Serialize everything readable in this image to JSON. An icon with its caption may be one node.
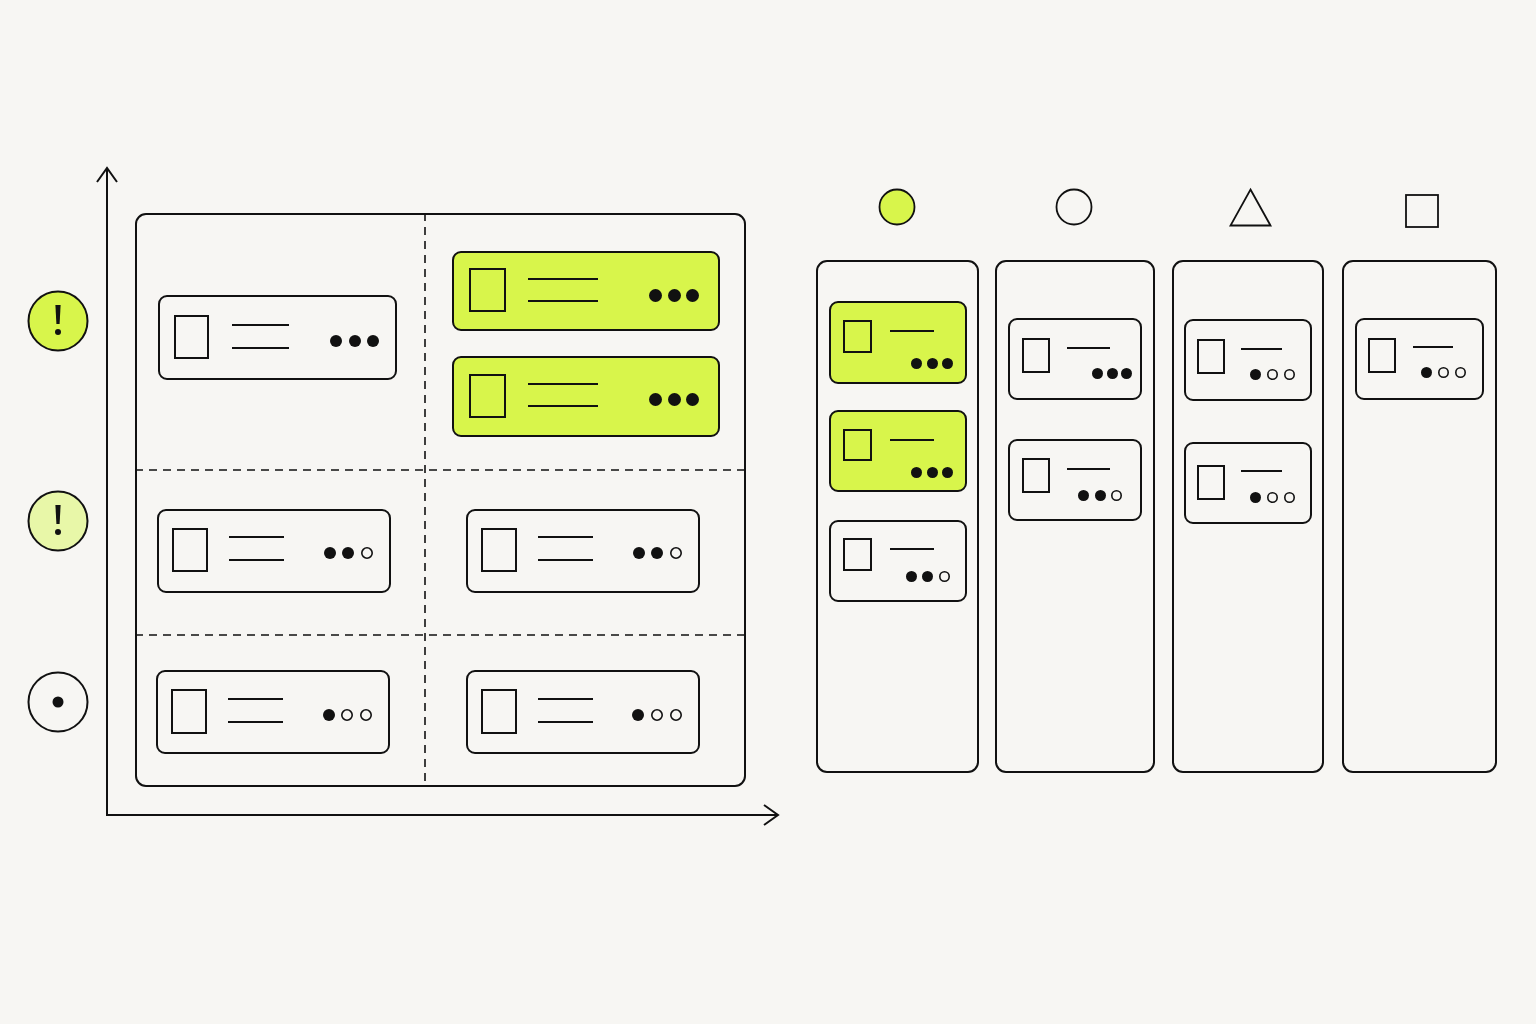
{
  "diagram": {
    "nodes": [
      {
        "text": [],
        "shape": "box"
      },
      {
        "text": [],
        "shape": "box",
        "in": 0
      },
      {
        "text": [],
        "shape": "box",
        "in": 0
      },
      {
        "text": [],
        "shape": "box",
        "in": 0
      },
      {
        "text": [],
        "shape": "box",
        "in": 0
      },
      {
        "text": [],
        "shape": "box",
        "in": 0
      },
      {
        "text": [],
        "shape": "box",
        "in": 0
      },
      {
        "text": [],
        "shape": "box",
        "in": 0
      },
      {
        "text": [],
        "shape": "box"
      },
      {
        "text": [],
        "shape": "box",
        "in": 8
      },
      {
        "text": [],
        "shape": "box",
        "in": 8
      },
      {
        "text": [],
        "shape": "box",
        "in": 8
      },
      {
        "text": [],
        "shape": "box"
      },
      {
        "text": [],
        "shape": "box",
        "in": 12
      },
      {
        "text": [],
        "shape": "box",
        "in": 12
      },
      {
        "text": [],
        "shape": "box"
      },
      {
        "text": [],
        "shape": "box",
        "in": 15
      },
      {
        "text": [],
        "shape": "box",
        "in": 15
      },
      {
        "text": [],
        "shape": "box"
      },
      {
        "text": [],
        "shape": "box",
        "in": 18
      }
    ]
  }
}
